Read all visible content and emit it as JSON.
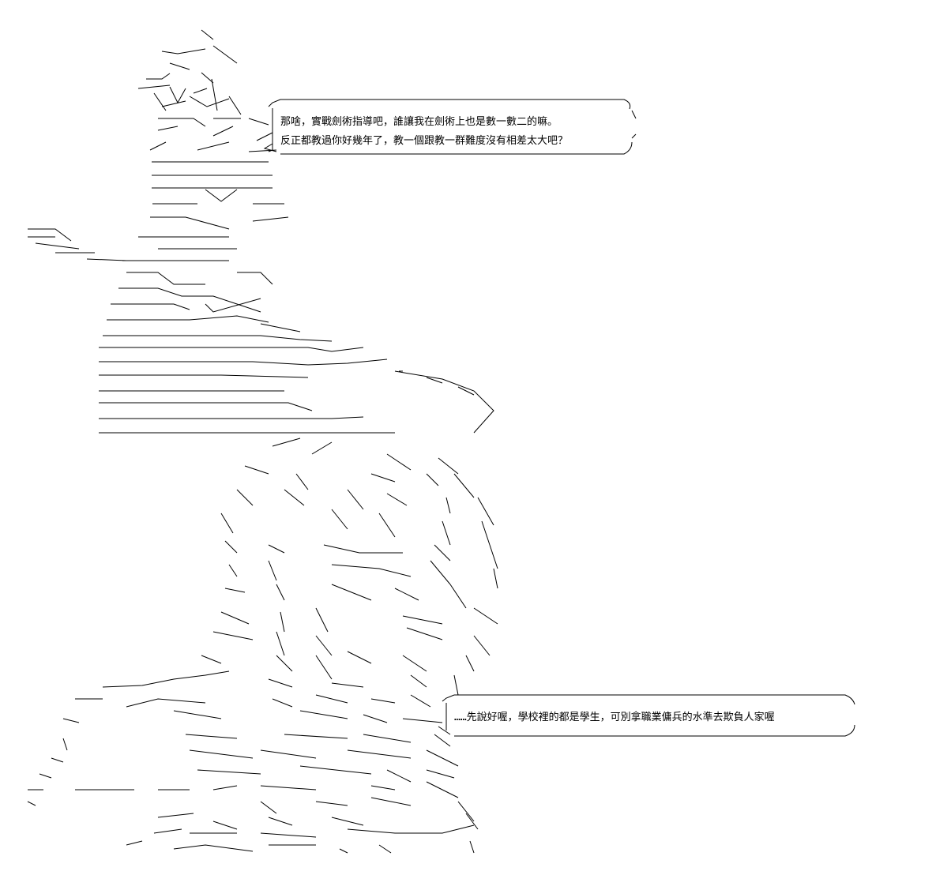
{
  "speech_bubbles": [
    {
      "lines": [
        "那啥，實戰劍術指導吧，誰讓我在劍術上也是數一數二的嘛。",
        "反正都教過你好幾年了，教一個跟教一群難度沒有相差太大吧？"
      ]
    },
    {
      "lines": [
        "……先說好喔，學校裡的都是學生，可別拿職業傭兵的水準去欺負人家喔"
      ]
    }
  ]
}
